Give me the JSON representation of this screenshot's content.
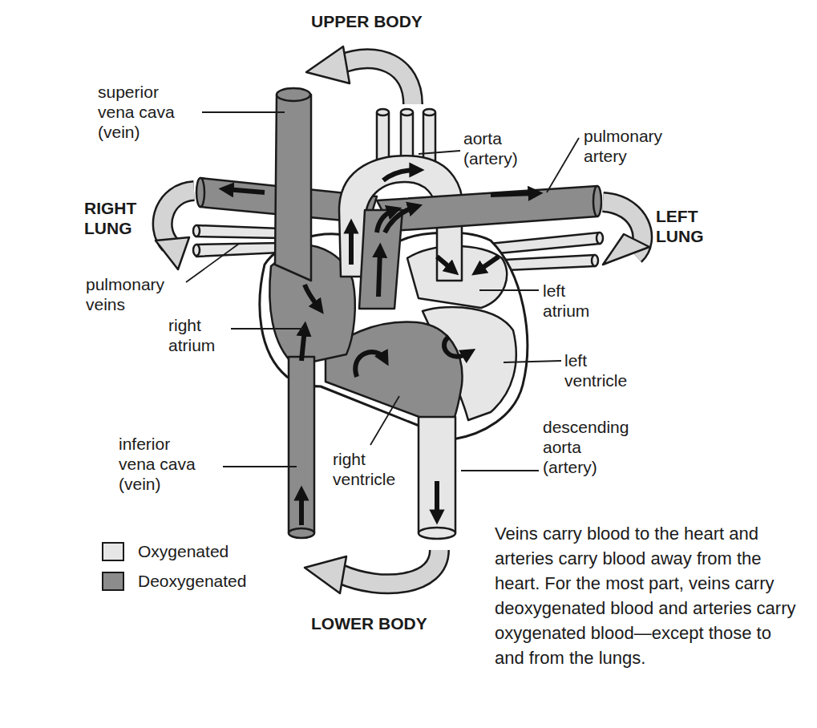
{
  "diagram": {
    "labels": [
      "UPPER BODY",
      "superior vena cava (vein)",
      "aorta (artery)",
      "pulmonary artery",
      "RIGHT LUNG",
      "LEFT LUNG",
      "pulmonary veins",
      "left atrium",
      "right atrium",
      "left ventricle",
      "descending aorta (artery)",
      "inferior vena cava (vein)",
      "right ventricle",
      "LOWER BODY",
      "Veins carry blood to the heart and arteries carry blood away from the heart. For the most part, veins carry deoxygenated blood and arteries carry oxygenated blood—except those to and from the lungs."
    ],
    "legend": [
      {
        "text": "Oxygenated",
        "color": "#e6e6e6"
      },
      {
        "text": "Deoxygenated",
        "color": "#8c8c8c"
      }
    ]
  }
}
